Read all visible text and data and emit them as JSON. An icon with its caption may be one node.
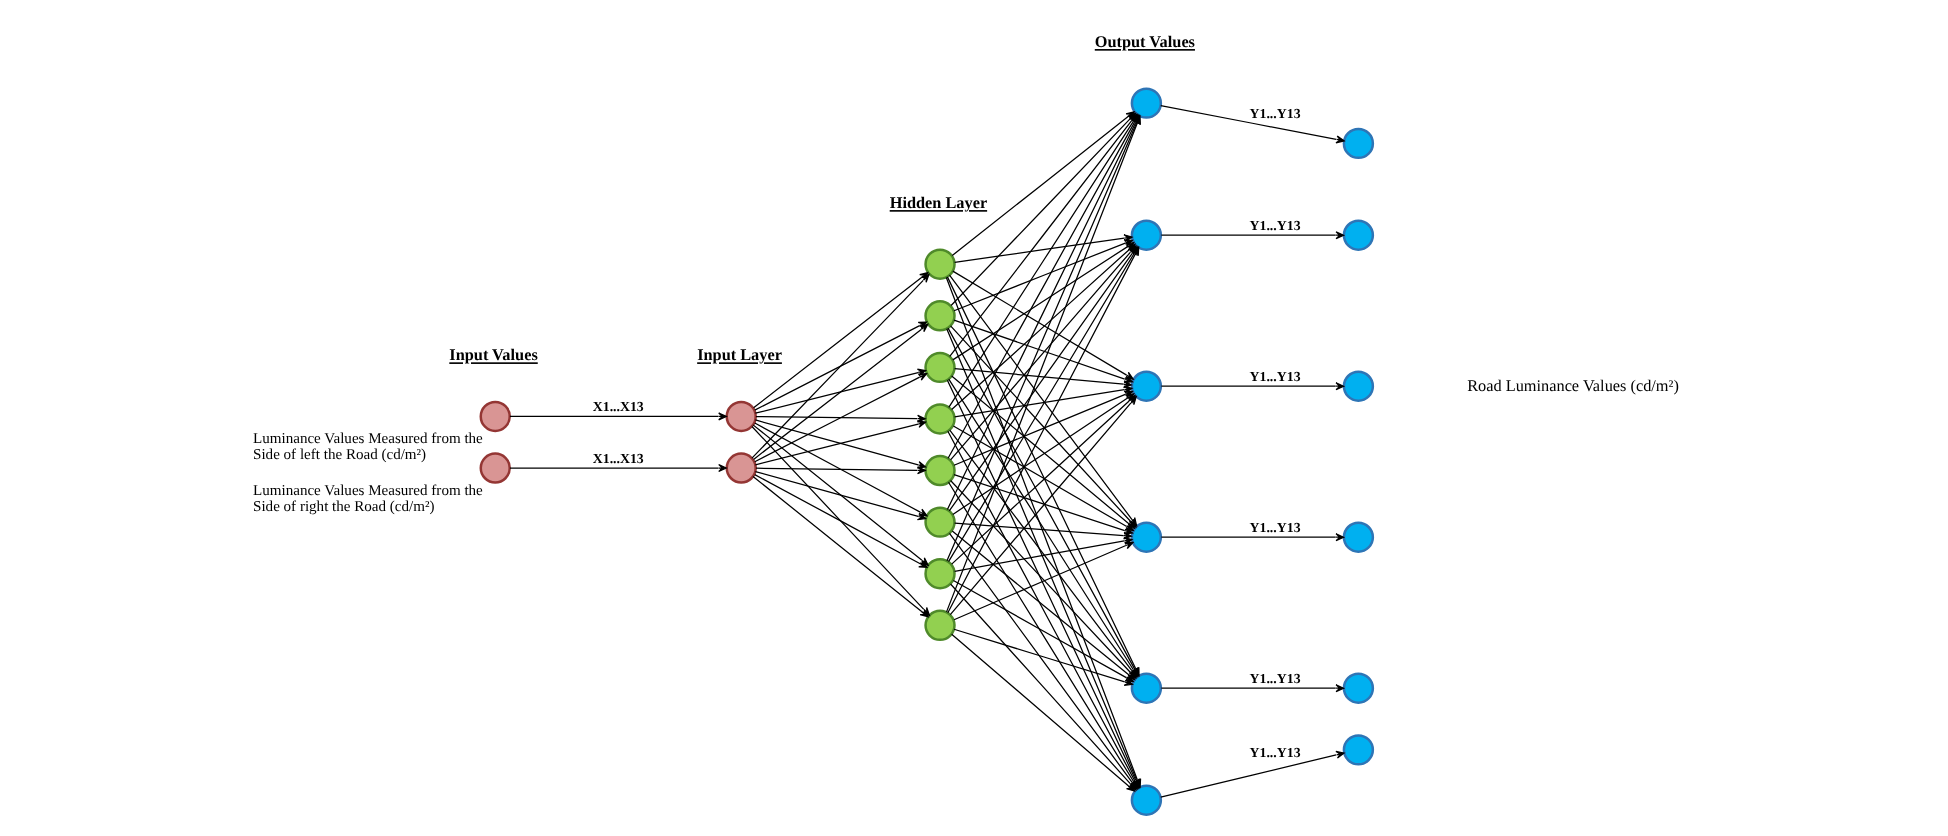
{
  "diagram": {
    "nodes": [
      {
        "text": [],
        "shape": "circle",
        "beside": [
          "Luminance Values Measured from the Side of left the Road (cd/m²)"
        ]
      },
      {
        "text": [],
        "shape": "circle",
        "beside": [
          "Luminance Values Measured from the Side of right the Road (cd/m²)"
        ]
      },
      {
        "text": [],
        "shape": "circle"
      },
      {
        "text": [],
        "shape": "circle"
      },
      {
        "text": [],
        "shape": "circle"
      },
      {
        "text": [],
        "shape": "circle"
      },
      {
        "text": [],
        "shape": "circle"
      },
      {
        "text": [],
        "shape": "circle"
      },
      {
        "text": [],
        "shape": "circle"
      },
      {
        "text": [],
        "shape": "circle"
      },
      {
        "text": [],
        "shape": "circle"
      },
      {
        "text": [],
        "shape": "circle"
      },
      {
        "text": [],
        "shape": "circle"
      },
      {
        "text": [],
        "shape": "circle"
      },
      {
        "text": [],
        "shape": "circle"
      },
      {
        "text": [],
        "shape": "circle"
      },
      {
        "text": [],
        "shape": "circle"
      },
      {
        "text": [],
        "shape": "circle"
      },
      {
        "text": [],
        "shape": "circle"
      },
      {
        "text": [],
        "shape": "circle"
      },
      {
        "text": [],
        "shape": "circle"
      },
      {
        "text": [],
        "shape": "circle"
      },
      {
        "text": [],
        "shape": "circle"
      },
      {
        "text": [],
        "shape": "circle"
      }
    ],
    "edges": [
      {
        "from": 0,
        "to": 2,
        "arrow": "to",
        "label": "X1...X13"
      },
      {
        "from": 1,
        "to": 3,
        "arrow": "to",
        "label": "X1...X13"
      },
      {
        "from": 2,
        "to": 4,
        "arrow": "to"
      },
      {
        "from": 2,
        "to": 5,
        "arrow": "to"
      },
      {
        "from": 2,
        "to": 6,
        "arrow": "to"
      },
      {
        "from": 2,
        "to": 7,
        "arrow": "to"
      },
      {
        "from": 2,
        "to": 8,
        "arrow": "to"
      },
      {
        "from": 2,
        "to": 9,
        "arrow": "to"
      },
      {
        "from": 2,
        "to": 10,
        "arrow": "to"
      },
      {
        "from": 2,
        "to": 11,
        "arrow": "to"
      },
      {
        "from": 3,
        "to": 4,
        "arrow": "to"
      },
      {
        "from": 3,
        "to": 5,
        "arrow": "to"
      },
      {
        "from": 3,
        "to": 6,
        "arrow": "to"
      },
      {
        "from": 3,
        "to": 7,
        "arrow": "to"
      },
      {
        "from": 3,
        "to": 8,
        "arrow": "to"
      },
      {
        "from": 3,
        "to": 9,
        "arrow": "to"
      },
      {
        "from": 3,
        "to": 10,
        "arrow": "to"
      },
      {
        "from": 3,
        "to": 11,
        "arrow": "to"
      },
      {
        "from": 4,
        "to": 12,
        "arrow": "to"
      },
      {
        "from": 4,
        "to": 13,
        "arrow": "to"
      },
      {
        "from": 4,
        "to": 14,
        "arrow": "to"
      },
      {
        "from": 4,
        "to": 15,
        "arrow": "to"
      },
      {
        "from": 4,
        "to": 16,
        "arrow": "to"
      },
      {
        "from": 4,
        "to": 17,
        "arrow": "to"
      },
      {
        "from": 5,
        "to": 12,
        "arrow": "to"
      },
      {
        "from": 5,
        "to": 13,
        "arrow": "to"
      },
      {
        "from": 5,
        "to": 14,
        "arrow": "to"
      },
      {
        "from": 5,
        "to": 15,
        "arrow": "to"
      },
      {
        "from": 5,
        "to": 16,
        "arrow": "to"
      },
      {
        "from": 5,
        "to": 17,
        "arrow": "to"
      },
      {
        "from": 6,
        "to": 12,
        "arrow": "to"
      },
      {
        "from": 6,
        "to": 13,
        "arrow": "to"
      },
      {
        "from": 6,
        "to": 14,
        "arrow": "to"
      },
      {
        "from": 6,
        "to": 15,
        "arrow": "to"
      },
      {
        "from": 6,
        "to": 16,
        "arrow": "to"
      },
      {
        "from": 6,
        "to": 17,
        "arrow": "to"
      },
      {
        "from": 7,
        "to": 12,
        "arrow": "to"
      },
      {
        "from": 7,
        "to": 13,
        "arrow": "to"
      },
      {
        "from": 7,
        "to": 14,
        "arrow": "to"
      },
      {
        "from": 7,
        "to": 15,
        "arrow": "to"
      },
      {
        "from": 7,
        "to": 16,
        "arrow": "to"
      },
      {
        "from": 7,
        "to": 17,
        "arrow": "to"
      },
      {
        "from": 8,
        "to": 12,
        "arrow": "to"
      },
      {
        "from": 8,
        "to": 13,
        "arrow": "to"
      },
      {
        "from": 8,
        "to": 14,
        "arrow": "to"
      },
      {
        "from": 8,
        "to": 15,
        "arrow": "to"
      },
      {
        "from": 8,
        "to": 16,
        "arrow": "to"
      },
      {
        "from": 8,
        "to": 17,
        "arrow": "to"
      },
      {
        "from": 9,
        "to": 12,
        "arrow": "to"
      },
      {
        "from": 9,
        "to": 13,
        "arrow": "to"
      },
      {
        "from": 9,
        "to": 14,
        "arrow": "to"
      },
      {
        "from": 9,
        "to": 15,
        "arrow": "to"
      },
      {
        "from": 9,
        "to": 16,
        "arrow": "to"
      },
      {
        "from": 9,
        "to": 17,
        "arrow": "to"
      },
      {
        "from": 10,
        "to": 12,
        "arrow": "to"
      },
      {
        "from": 10,
        "to": 13,
        "arrow": "to"
      },
      {
        "from": 10,
        "to": 14,
        "arrow": "to"
      },
      {
        "from": 10,
        "to": 15,
        "arrow": "to"
      },
      {
        "from": 10,
        "to": 16,
        "arrow": "to"
      },
      {
        "from": 10,
        "to": 17,
        "arrow": "to"
      },
      {
        "from": 11,
        "to": 12,
        "arrow": "to"
      },
      {
        "from": 11,
        "to": 13,
        "arrow": "to"
      },
      {
        "from": 11,
        "to": 14,
        "arrow": "to"
      },
      {
        "from": 11,
        "to": 15,
        "arrow": "to"
      },
      {
        "from": 11,
        "to": 16,
        "arrow": "to"
      },
      {
        "from": 11,
        "to": 17,
        "arrow": "to"
      },
      {
        "from": 12,
        "to": 18,
        "arrow": "to",
        "label": "Y1...Y13"
      },
      {
        "from": 13,
        "to": 19,
        "arrow": "to",
        "label": "Y1...Y13"
      },
      {
        "from": 14,
        "to": 20,
        "arrow": "to",
        "label": "Y1...Y13"
      },
      {
        "from": 15,
        "to": 21,
        "arrow": "to",
        "label": "Y1...Y13"
      },
      {
        "from": 16,
        "to": 22,
        "arrow": "to",
        "label": "Y1...Y13"
      },
      {
        "from": 17,
        "to": 23,
        "arrow": "to",
        "label": "Y1...Y13"
      }
    ],
    "labels": [
      "Input Values",
      "Input Layer",
      "Hidden Layer",
      "Output Values",
      "Road Luminance Values (cd/m²)"
    ]
  }
}
